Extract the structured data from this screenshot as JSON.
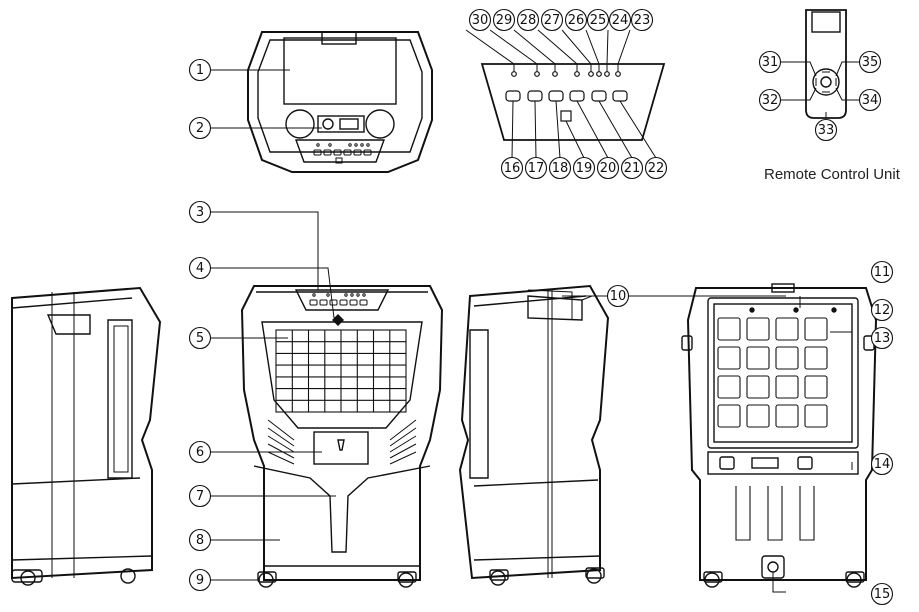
{
  "caption": "Remote Control Unit",
  "callouts": [
    {
      "id": "1",
      "label": "1"
    },
    {
      "id": "2",
      "label": "2"
    },
    {
      "id": "3",
      "label": "3"
    },
    {
      "id": "4",
      "label": "4"
    },
    {
      "id": "5",
      "label": "5"
    },
    {
      "id": "6",
      "label": "6"
    },
    {
      "id": "7",
      "label": "7"
    },
    {
      "id": "8",
      "label": "8"
    },
    {
      "id": "9",
      "label": "9"
    },
    {
      "id": "10",
      "label": "10"
    },
    {
      "id": "11",
      "label": "11"
    },
    {
      "id": "12",
      "label": "12"
    },
    {
      "id": "13",
      "label": "13"
    },
    {
      "id": "14",
      "label": "14"
    },
    {
      "id": "15",
      "label": "15"
    },
    {
      "id": "16",
      "label": "16"
    },
    {
      "id": "17",
      "label": "17"
    },
    {
      "id": "18",
      "label": "18"
    },
    {
      "id": "19",
      "label": "19"
    },
    {
      "id": "20",
      "label": "20"
    },
    {
      "id": "21",
      "label": "21"
    },
    {
      "id": "22",
      "label": "22"
    },
    {
      "id": "23",
      "label": "23"
    },
    {
      "id": "24",
      "label": "24"
    },
    {
      "id": "25",
      "label": "25"
    },
    {
      "id": "26",
      "label": "26"
    },
    {
      "id": "27",
      "label": "27"
    },
    {
      "id": "28",
      "label": "28"
    },
    {
      "id": "29",
      "label": "29"
    },
    {
      "id": "30",
      "label": "30"
    },
    {
      "id": "31",
      "label": "31"
    },
    {
      "id": "32",
      "label": "32"
    },
    {
      "id": "33",
      "label": "33"
    },
    {
      "id": "34",
      "label": "34"
    },
    {
      "id": "35",
      "label": "35"
    }
  ]
}
